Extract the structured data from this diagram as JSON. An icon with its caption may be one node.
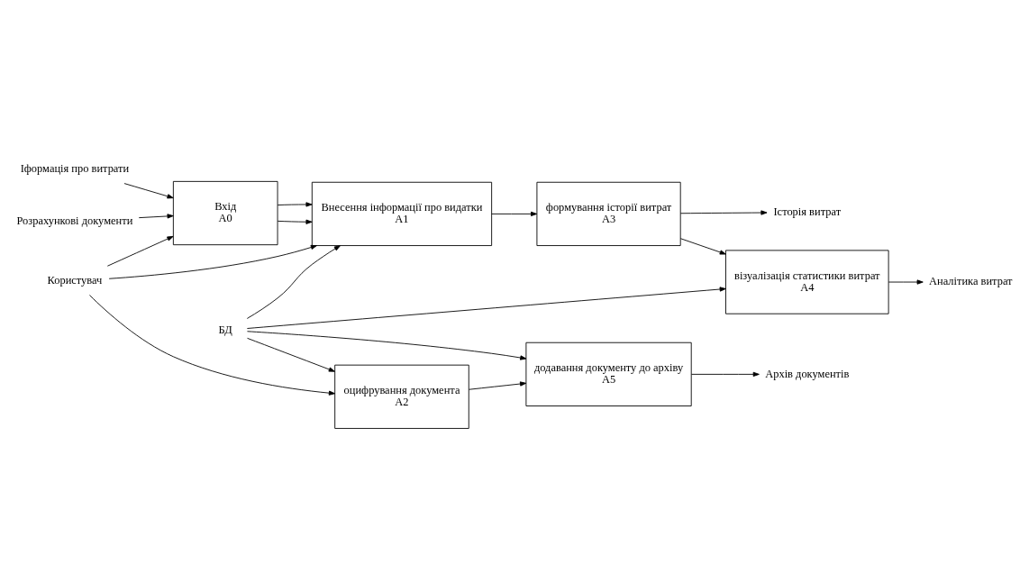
{
  "diagram": {
    "nodes": [
      {
        "text": [
          "Іформація про витрати"
        ]
      },
      {
        "text": [
          "Розрахункові документи"
        ]
      },
      {
        "text": [
          "Вхід",
          "A0"
        ]
      },
      {
        "text": [
          "БД"
        ]
      },
      {
        "text": [
          "Внесення інформації про видатки",
          "A1"
        ]
      },
      {
        "text": [
          "оцифрування документа",
          "A2"
        ]
      },
      {
        "text": [
          "формування історії витрат",
          "A3"
        ]
      },
      {
        "text": [
          "візуалізація статистики витрат",
          "A4"
        ]
      },
      {
        "text": [
          "додавання документу до архіву",
          "A5"
        ]
      },
      {
        "text": [
          "Історія витрат"
        ]
      },
      {
        "text": [
          "Аналітика витрат"
        ]
      },
      {
        "text": [
          "Архів документів"
        ]
      },
      {
        "text": [
          "Користувач"
        ]
      }
    ],
    "edges": [
      {
        "from": 0,
        "to": 2,
        "arrow": "to"
      },
      {
        "from": 1,
        "to": 2,
        "arrow": "to"
      },
      {
        "from": 2,
        "to": 4,
        "arrow": "to"
      },
      {
        "from": 2,
        "to": 4,
        "arrow": "to"
      },
      {
        "from": 3,
        "to": 4,
        "arrow": "to"
      },
      {
        "from": 3,
        "to": 5,
        "arrow": "to"
      },
      {
        "from": 3,
        "to": 7,
        "arrow": "to"
      },
      {
        "from": 3,
        "to": 8,
        "arrow": "to"
      },
      {
        "from": 4,
        "to": 6,
        "arrow": "to"
      },
      {
        "from": 5,
        "to": 8,
        "arrow": "to"
      },
      {
        "from": 6,
        "to": 9,
        "arrow": "to"
      },
      {
        "from": 6,
        "to": 7,
        "arrow": "to"
      },
      {
        "from": 7,
        "to": 10,
        "arrow": "to"
      },
      {
        "from": 8,
        "to": 11,
        "arrow": "to"
      },
      {
        "from": 12,
        "to": 2,
        "arrow": "to"
      },
      {
        "from": 12,
        "to": 4,
        "arrow": "to"
      },
      {
        "from": 12,
        "to": 5,
        "arrow": "to"
      }
    ]
  }
}
